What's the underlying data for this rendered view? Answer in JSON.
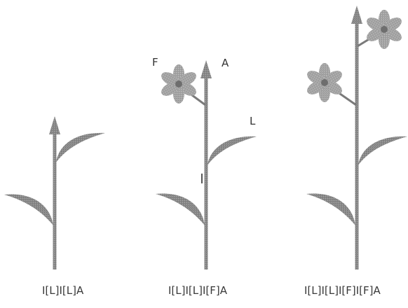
{
  "plants": [
    {
      "caption": "I[L]I[L]A"
    },
    {
      "caption": "I[L]I[L]I[F]A"
    },
    {
      "caption": "I[L]I[L]I[F]I[F]A"
    }
  ],
  "markers": {
    "flower": "F",
    "apex": "A",
    "leaf": "L",
    "internode": "I"
  },
  "colors": {
    "stem": "#7a7a7a",
    "leaf": "#8a8a8a",
    "petal": "#a3a3a3",
    "flower_center": "#6e6e6e",
    "text": "#3a3a3a"
  }
}
